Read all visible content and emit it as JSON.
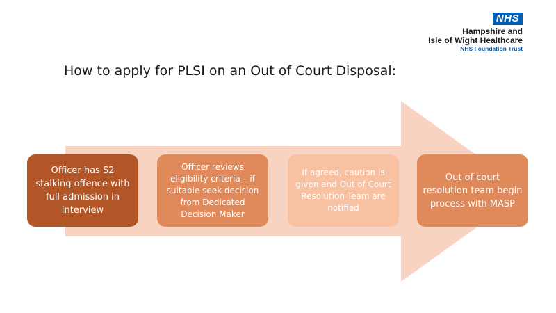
{
  "header": {
    "logo": {
      "badge": "NHS",
      "org_line1": "Hampshire and",
      "org_line2": "Isle of Wight Healthcare",
      "org_line3": "NHS Foundation Trust"
    },
    "title": "How to apply for PLSI on an Out of Court Disposal:"
  },
  "process": {
    "steps": [
      {
        "label": "Officer has S2 stalking offence with full admission in interview"
      },
      {
        "label": "Officer reviews eligibility criteria – if suitable seek decision from Dedicated Decision Maker"
      },
      {
        "label": "If agreed, caution is given and Out of Court Resolution Team are notified"
      },
      {
        "label": "Out of court resolution team begin process with MASP"
      }
    ]
  },
  "colors": {
    "nhs_blue": "#005eb8",
    "arrow": "#f8d3c1",
    "step1": "#b35627",
    "step2": "#e08a5c",
    "step3": "#f7c1a2",
    "step4": "#e08a5c"
  }
}
